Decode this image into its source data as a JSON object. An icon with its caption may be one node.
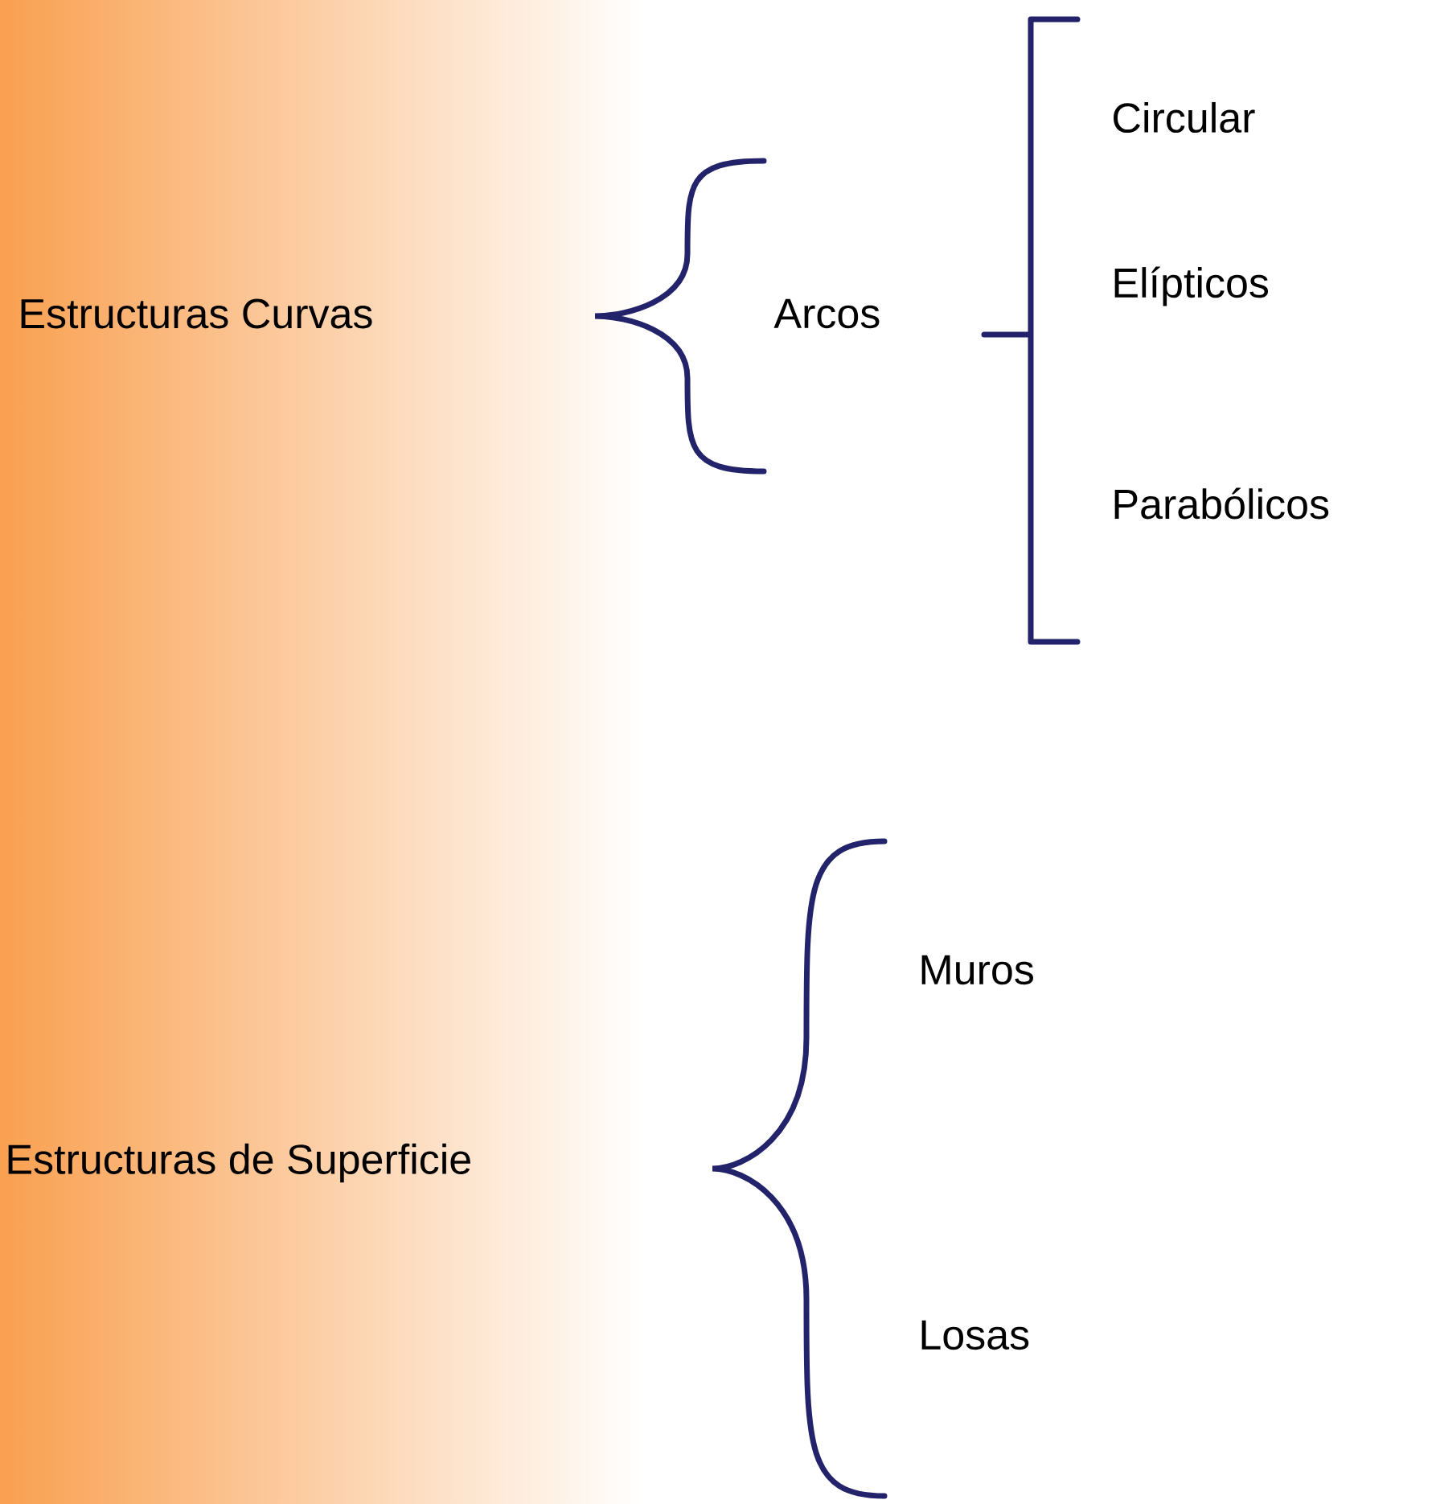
{
  "diagram": {
    "nodes": [
      {
        "text": [
          "Estructuras Curvas"
        ]
      },
      {
        "text": [
          "Arcos"
        ]
      },
      {
        "text": [
          "Circular"
        ]
      },
      {
        "text": [
          "Elípticos"
        ]
      },
      {
        "text": [
          "Parabólicos"
        ]
      },
      {
        "text": [
          "Estructuras de Superficie"
        ]
      },
      {
        "text": [
          "Muros"
        ]
      },
      {
        "text": [
          "Losas"
        ]
      }
    ]
  }
}
